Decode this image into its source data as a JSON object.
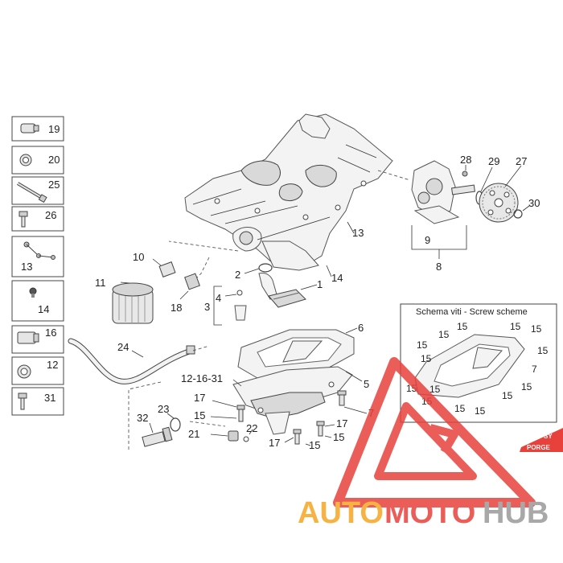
{
  "key_boxes": [
    {
      "num": "19",
      "icon": "plug-icon"
    },
    {
      "num": "20",
      "icon": "washer-icon"
    },
    {
      "num": "25",
      "icon": "long-bolt-icon"
    },
    {
      "num": "26",
      "icon": "bolt-icon"
    },
    {
      "num": "13",
      "icon": "screw-set-icon"
    },
    {
      "num": "14",
      "icon": "screw-icon"
    },
    {
      "num": "16",
      "icon": "plug-icon"
    },
    {
      "num": "12",
      "icon": "washer-icon"
    },
    {
      "num": "31",
      "icon": "bolt-icon"
    }
  ],
  "callouts": {
    "n1": "1",
    "n2": "2",
    "n3": "3",
    "n4": "4",
    "n5": "5",
    "n6": "6",
    "n7": "7",
    "n8": "8",
    "n9": "9",
    "n10": "10",
    "n11": "11",
    "n13": "13",
    "n14": "14",
    "n15a": "15",
    "n15b": "15",
    "n15c": "15",
    "n17a": "17",
    "n17b": "17",
    "n17c": "17",
    "n18": "18",
    "n21": "21",
    "n22": "22",
    "n23": "23",
    "n24": "24",
    "n27": "27",
    "n28": "28",
    "n29": "29",
    "n30": "30",
    "n32": "32",
    "n12_16_31": "12-16-31"
  },
  "scheme": {
    "title": "Schema viti - Screw scheme",
    "label_15": "15",
    "label_7": "7"
  },
  "watermark": {
    "brand_auto": "AUTO",
    "brand_moto": "MOTO",
    "brand_hub": "HUB",
    "badge_top": "SY",
    "badge_bottom": "PORGE",
    "color_red": "#e8413c",
    "color_orange": "#f5a623",
    "color_grey": "#9a9a9a"
  }
}
